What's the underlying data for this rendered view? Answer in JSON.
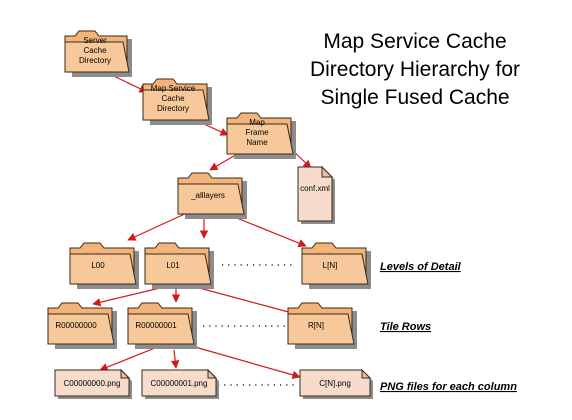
{
  "title": {
    "line1": "Map Service Cache",
    "line2": "Directory Hierarchy for",
    "line3": "Single Fused Cache"
  },
  "nodes": {
    "server_cache": [
      "Server",
      "Cache",
      "Directory"
    ],
    "map_service_cache": [
      "Map Service",
      "Cache",
      "Directory"
    ],
    "map_frame": [
      "Map",
      "Frame",
      "Name"
    ],
    "conf_xml": "conf.xml",
    "alllayers": "_alllayers",
    "l00": "L00",
    "l01": "L01",
    "ln": "L[N]",
    "r0": "R00000000",
    "r1": "R00000001",
    "rn": "R[N]",
    "c0": "C00000000.png",
    "c1": "C00000001.png",
    "cn": "C[N].png"
  },
  "captions": {
    "levels": "Levels of Detail",
    "rows": "Tile Rows",
    "png": "PNG files for each column"
  },
  "colors": {
    "folder": "#f7c89a",
    "file": "#f8dccb",
    "arrow": "#d11a1a"
  }
}
